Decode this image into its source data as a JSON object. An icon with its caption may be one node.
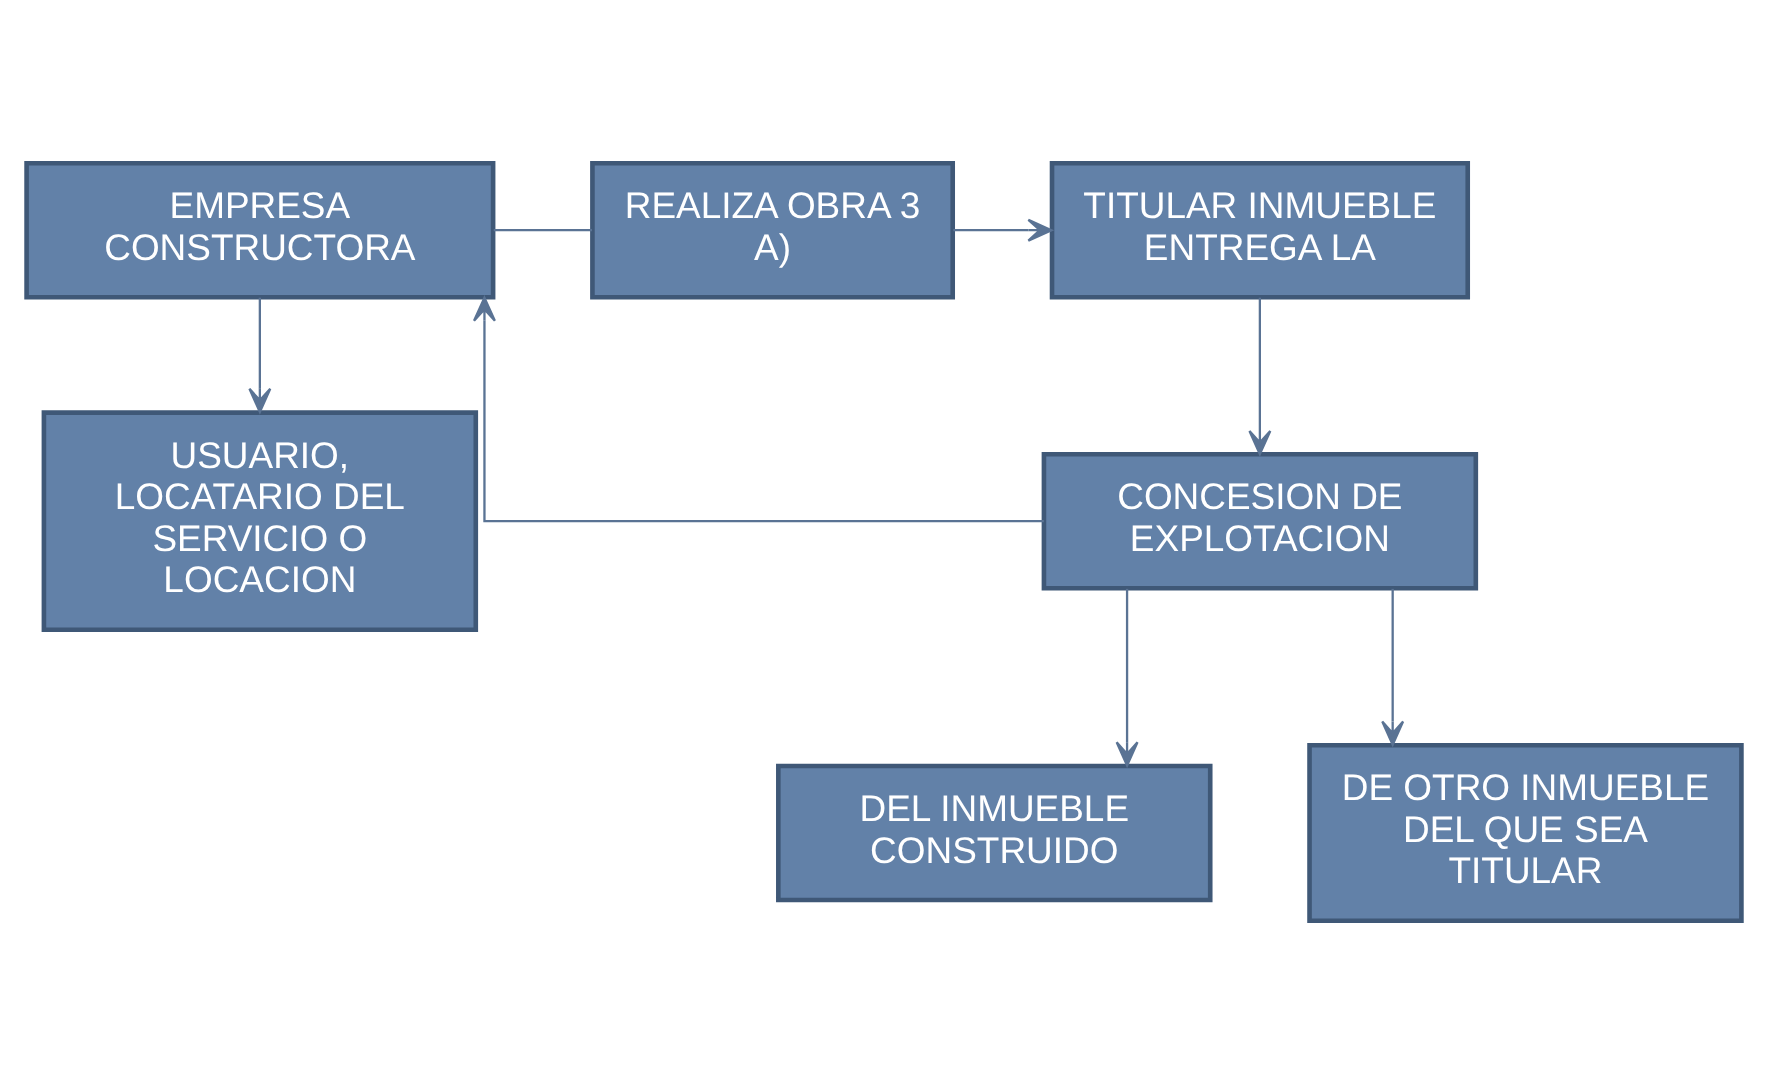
{
  "diagram": {
    "nodes": [
      {
        "text": [
          "EMPRESA CONSTRUCTORA"
        ]
      },
      {
        "text": [
          "REALIZA OBRA 3 A)"
        ]
      },
      {
        "text": [
          "TITULAR INMUEBLE ENTREGA LA"
        ]
      },
      {
        "text": [
          "CONCESION DE EXPLOTACION"
        ]
      },
      {
        "text": [
          "USUARIO, LOCATARIO DEL SERVICIO O LOCACION"
        ]
      },
      {
        "text": [
          "DEL INMUEBLE CONSTRUIDO"
        ]
      },
      {
        "text": [
          "DE OTRO INMUEBLE DEL QUE SEA TITULAR"
        ]
      }
    ],
    "edges": [
      {
        "from": 0,
        "to": 1,
        "arrow": "none"
      },
      {
        "from": 1,
        "to": 2,
        "arrow": "to"
      },
      {
        "from": 2,
        "to": 3,
        "arrow": "to"
      },
      {
        "from": 3,
        "to": 0,
        "arrow": "to"
      },
      {
        "from": 0,
        "to": 4,
        "arrow": "to"
      },
      {
        "from": 3,
        "to": 5,
        "arrow": "to"
      },
      {
        "from": 3,
        "to": 6,
        "arrow": "to"
      }
    ]
  }
}
